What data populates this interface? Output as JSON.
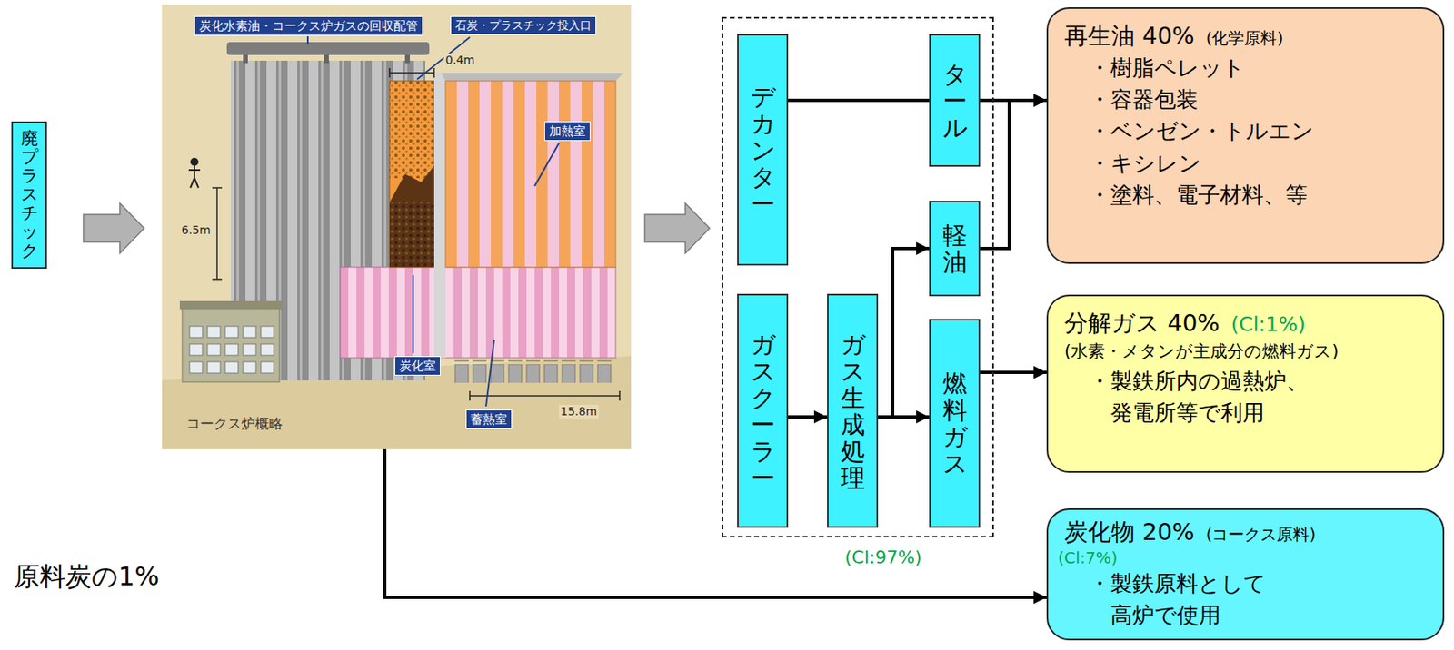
{
  "diagram": {
    "nodes": [
      {
        "text": [
          "廃プラスチック"
        ]
      },
      {
        "text": [
          "コークス炉概略"
        ]
      },
      {
        "text": [
          "(Cl:97%)"
        ]
      },
      {
        "text": [
          "デカンター"
        ],
        "in": 2
      },
      {
        "text": [
          "タール"
        ],
        "in": 2
      },
      {
        "text": [
          "ガスクーラー"
        ],
        "in": 2
      },
      {
        "text": [
          "ガス生成処理"
        ],
        "in": 2
      },
      {
        "text": [
          "軽油"
        ],
        "in": 2
      },
      {
        "text": [
          "燃料ガス"
        ],
        "in": 2
      },
      {
        "text": [
          "再生油 40%",
          "(化学原料)",
          "・樹脂ペレット",
          "・容器包装",
          "・ベンゼン・トルエン",
          "・キシレン",
          "・塗料、電子材料、等"
        ]
      },
      {
        "text": [
          "分解ガス 40%",
          "(Cl:1%)",
          "(水素・メタンが主成分の燃料ガス)",
          "・製鉄所内の過熱炉、 発電所等で利用"
        ]
      },
      {
        "text": [
          "炭化物 20%",
          "(コークス原料)",
          "(Cl:7%)",
          "・製鉄原料として 高炉で使用"
        ]
      }
    ],
    "edges": [
      {
        "from": 0,
        "to": 1,
        "arrow": "to"
      },
      {
        "from": 1,
        "to": 2,
        "arrow": "to"
      },
      {
        "from": 3,
        "to": 4,
        "arrow": "none"
      },
      {
        "from": 5,
        "to": 6,
        "arrow": "to"
      },
      {
        "from": 6,
        "to": 7,
        "arrow": "to"
      },
      {
        "from": 6,
        "to": 8,
        "arrow": "to"
      },
      {
        "from": 4,
        "to": 9,
        "arrow": "to"
      },
      {
        "from": 7,
        "to": 9,
        "arrow": "to"
      },
      {
        "from": 8,
        "to": 10,
        "arrow": "to"
      },
      {
        "from": 1,
        "to": 11,
        "arrow": "to"
      }
    ],
    "labels": [
      "原料炭の1%",
      "炭化水素油・コークス炉ガスの回収配管",
      "石炭・プラスチック投入口",
      "0.4m",
      "加熱室",
      "6.5m",
      "炭化室",
      "蓄熱室",
      "15.8m"
    ]
  }
}
